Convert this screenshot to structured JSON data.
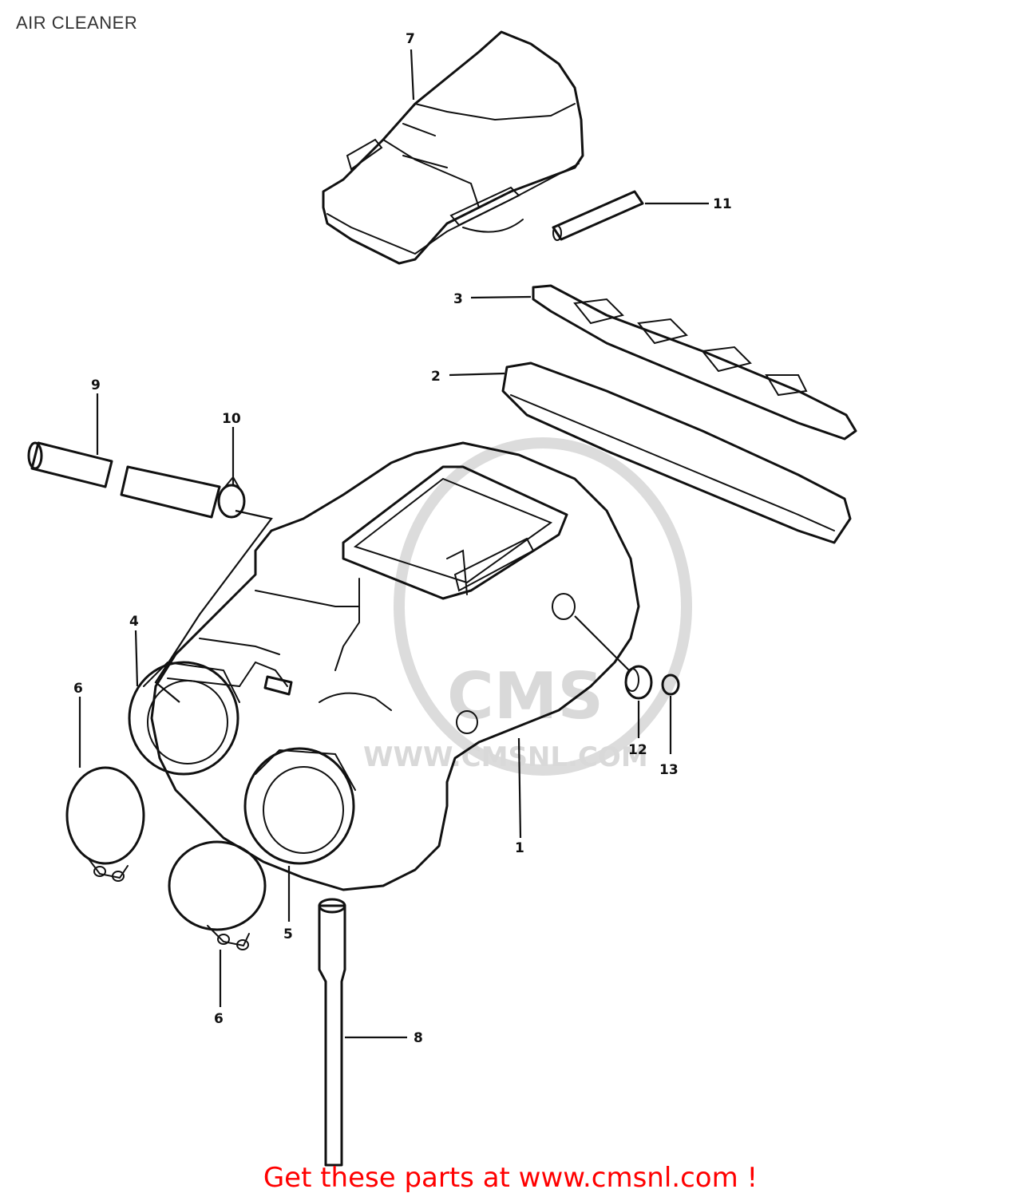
{
  "page": {
    "title": "AIR CLEANER"
  },
  "watermark": {
    "logo_text": "CMS",
    "url_text": "WWW.CMSNL.COM"
  },
  "callouts": {
    "c1": "1",
    "c2": "2",
    "c3": "3",
    "c4": "4",
    "c5": "5",
    "c6a": "6",
    "c6b": "6",
    "c7": "7",
    "c8": "8",
    "c9": "9",
    "c10": "10",
    "c11": "11",
    "c12": "12",
    "c13": "13"
  },
  "footer": {
    "link_text": "Get these parts at www.cmsnl.com !",
    "color": "#ff0000"
  }
}
